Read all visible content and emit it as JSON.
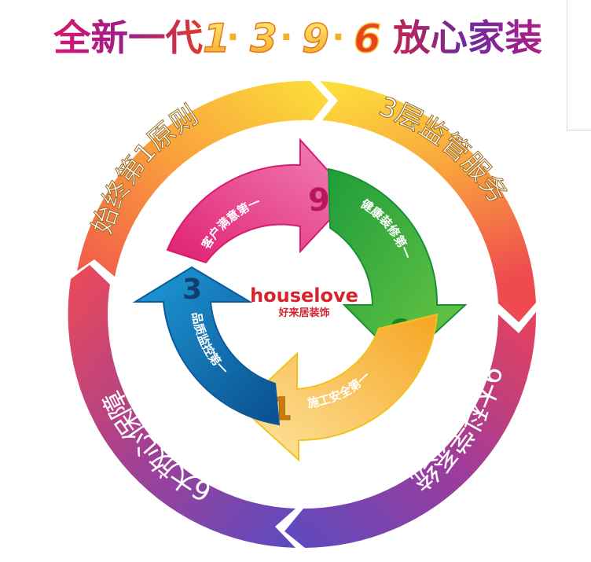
{
  "title": {
    "prefix": "全新一代",
    "numbers": [
      "1",
      "3",
      "9",
      "6"
    ],
    "separator": "·",
    "suffix": "放心家装"
  },
  "logo": {
    "brand": "houselove",
    "subtitle": "好来居装饰",
    "color": "#d7232b"
  },
  "outer_ring": {
    "segments": [
      {
        "label": "始终第1原则",
        "position": "top-left",
        "color_start": "#f0594b",
        "color_end": "#fbe03a"
      },
      {
        "label": "3层监管服务",
        "position": "top-right",
        "color_start": "#fbe03a",
        "color_end": "#ef4b4f"
      },
      {
        "label": "9大科学系统",
        "position": "bottom-right",
        "color_start": "#e8425a",
        "color_end": "#5b4bbf"
      },
      {
        "label": "6大放心保障",
        "position": "bottom-left",
        "color_start": "#5b4bbf",
        "color_end": "#ee4a55"
      }
    ]
  },
  "inner_ring": {
    "arrows": [
      {
        "number": "9",
        "label": "客户满意第一",
        "color": "#e8267a",
        "light": "#f282b6",
        "number_color": "#b9155f"
      },
      {
        "number": "6",
        "label": "健康装修第一",
        "color": "#1fa23a",
        "light": "#5cc443",
        "number_color": "#14872d"
      },
      {
        "number": "1",
        "label": "施工安全第一",
        "color": "#f6a623",
        "light": "#fde49a",
        "number_color": "#c97a10"
      },
      {
        "number": "3",
        "label": "品质监控第一",
        "color": "#0b5a9c",
        "light": "#1b9ad6",
        "number_color": "#123e6e"
      }
    ]
  }
}
